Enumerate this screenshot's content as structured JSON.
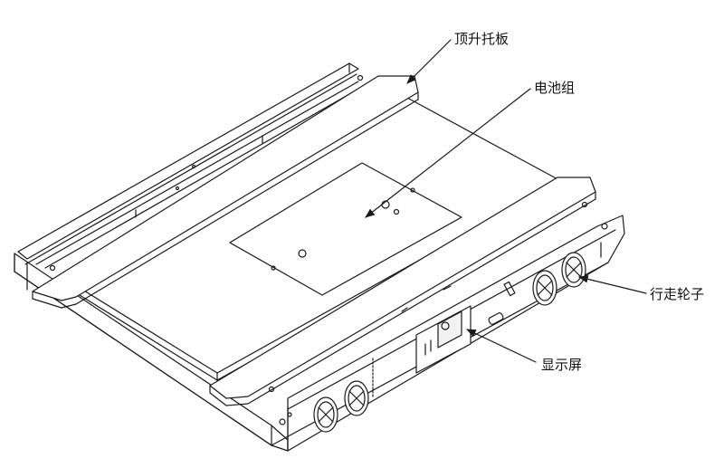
{
  "colors": {
    "line": "#1a1a1a",
    "face": "#ffffff",
    "shade": "#f2f2f2"
  },
  "callouts": {
    "lift_pallet": "顶升托板",
    "battery_pack": "电池组",
    "walking_wheels": "行走轮子",
    "display_screen": "显示屏"
  }
}
